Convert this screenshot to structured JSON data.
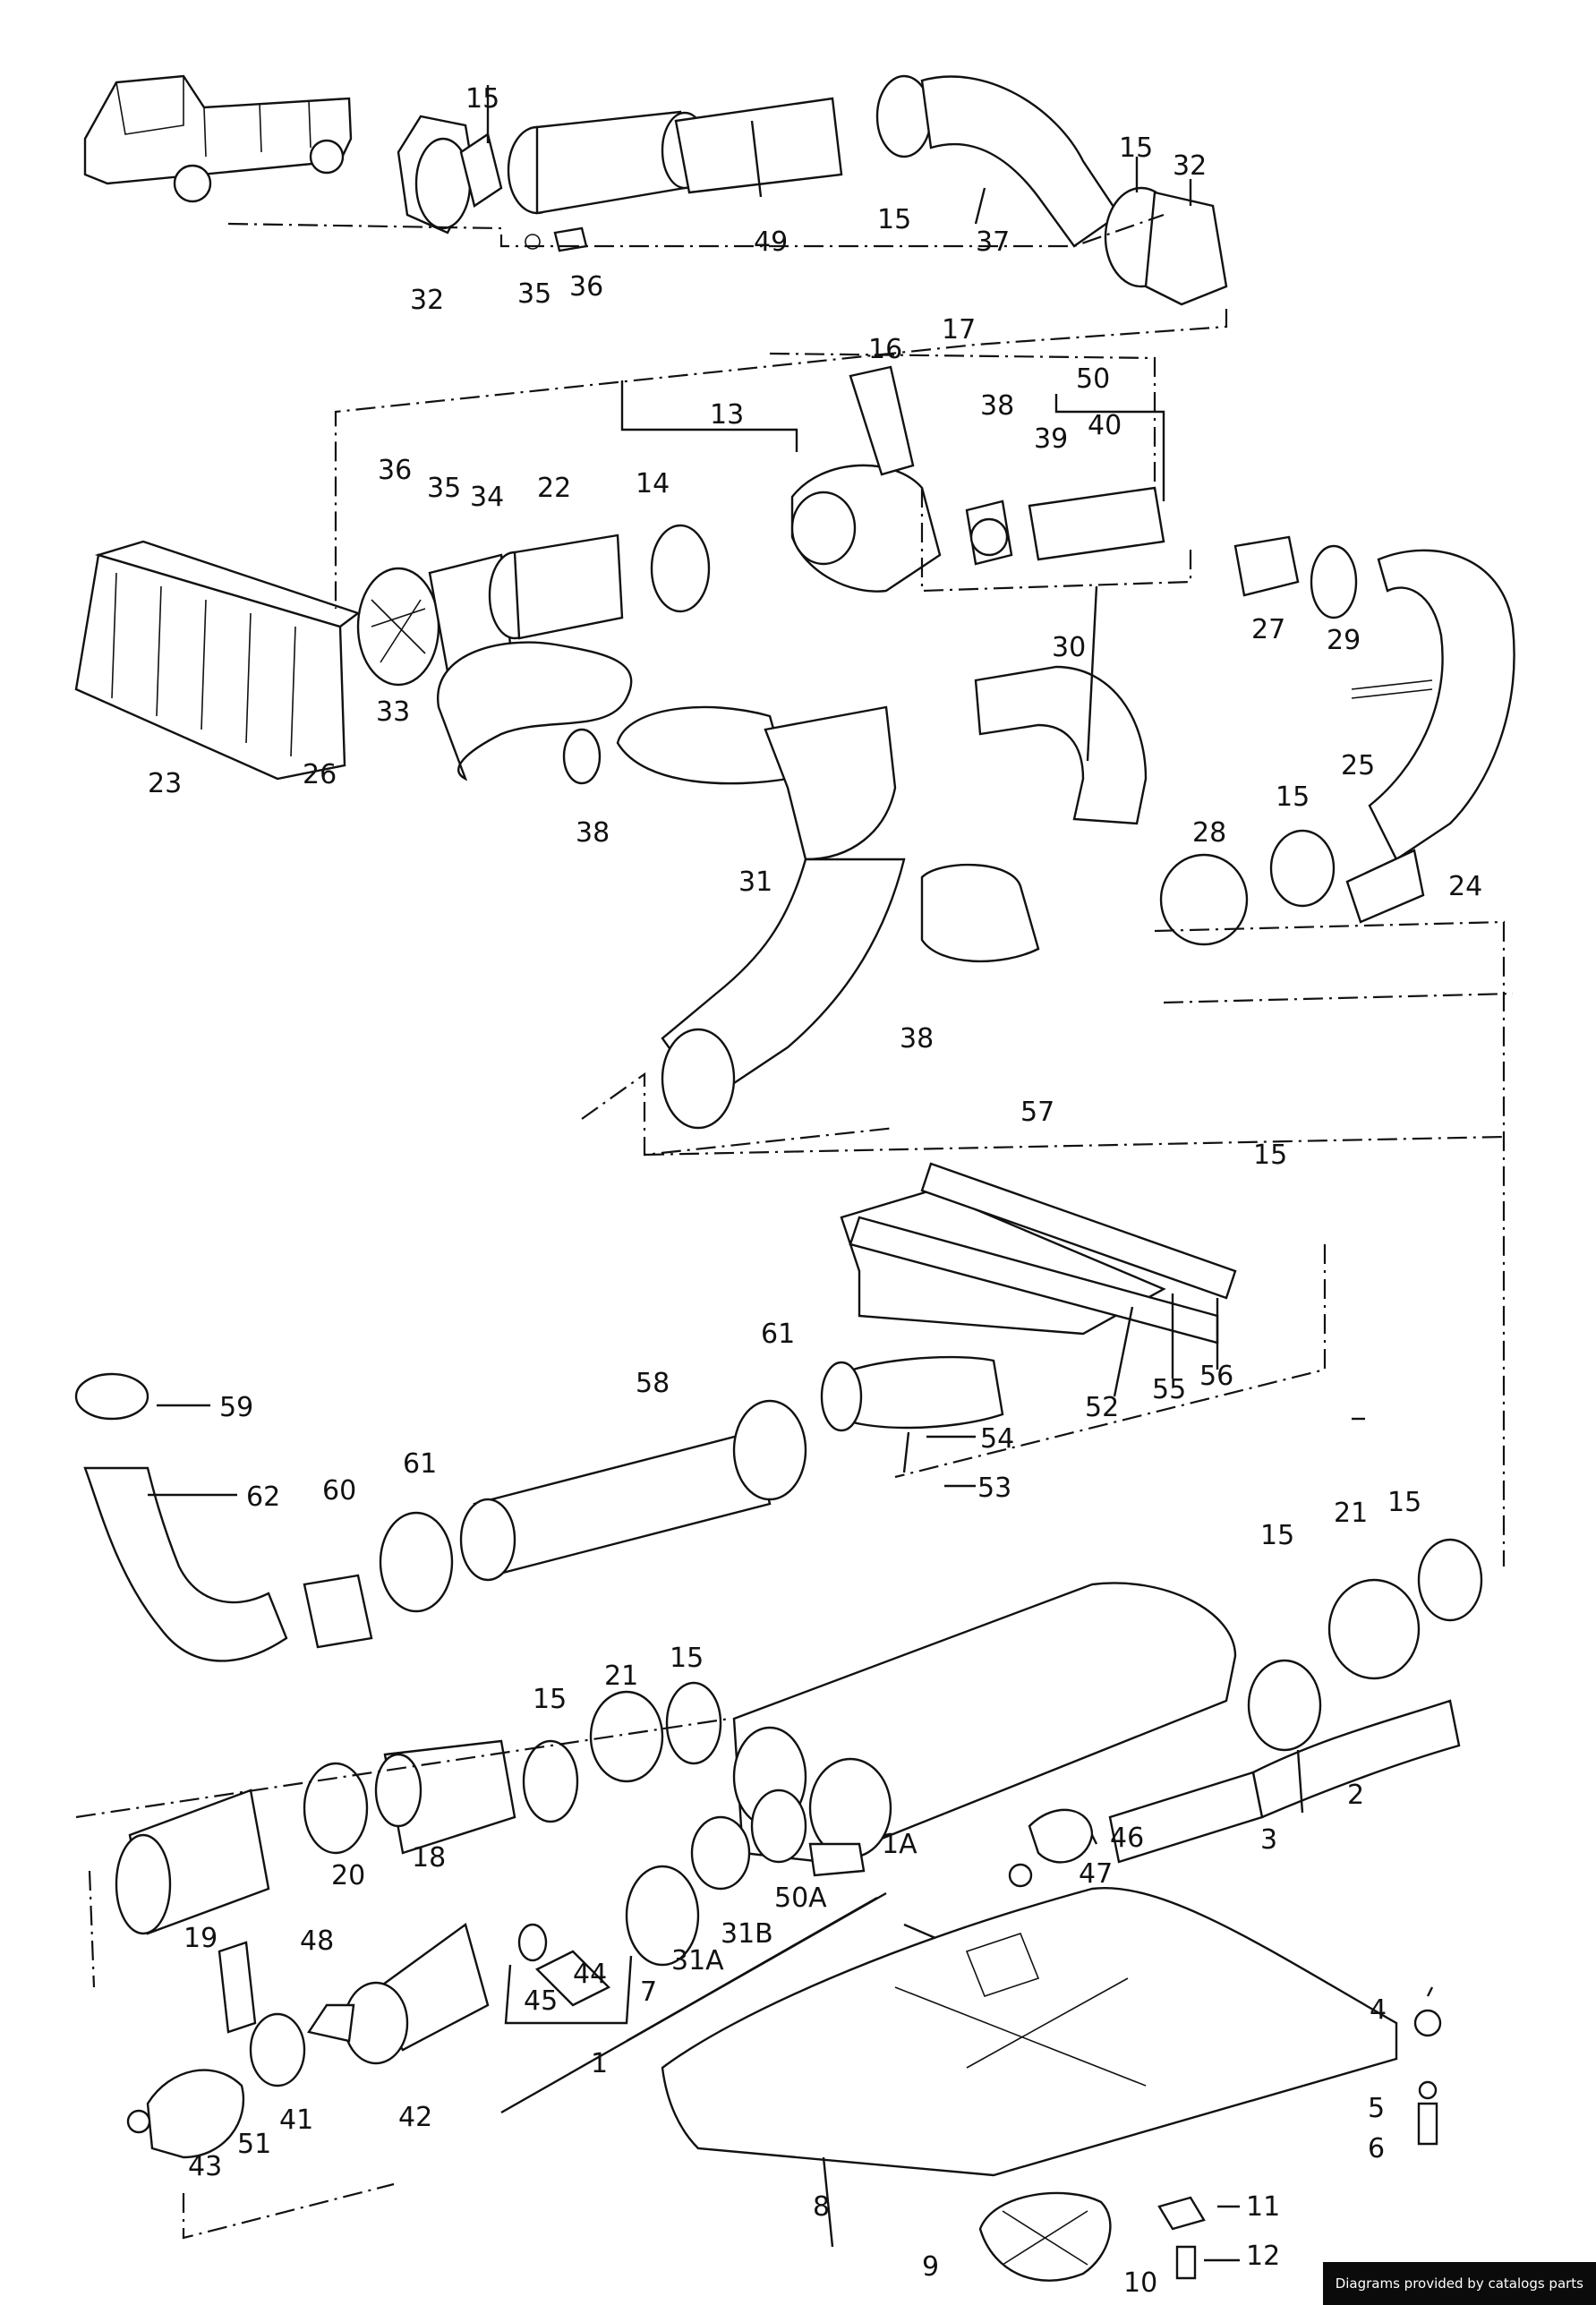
{
  "diagram": {
    "labels": [
      "15",
      "32",
      "35",
      "36",
      "49",
      "15",
      "37",
      "15",
      "32",
      "16",
      "17",
      "38",
      "50",
      "39",
      "40",
      "13",
      "14",
      "22",
      "34",
      "35",
      "36",
      "33",
      "23",
      "26",
      "27",
      "29",
      "30",
      "25",
      "38",
      "31",
      "28",
      "15",
      "24",
      "38",
      "57",
      "15",
      "61",
      "58",
      "59",
      "62",
      "60",
      "61",
      "52",
      "55",
      "56",
      "54",
      "53",
      "15",
      "21",
      "15",
      "15",
      "21",
      "15",
      "19",
      "20",
      "18",
      "2",
      "3",
      "46",
      "47",
      "1A",
      "50A",
      "31B",
      "31A",
      "7",
      "44",
      "45",
      "48",
      "42",
      "1",
      "51",
      "41",
      "43",
      "4",
      "5",
      "6",
      "8",
      "11",
      "12",
      "9",
      "10"
    ]
  },
  "footer": {
    "credit": "Diagrams provided by catalogs parts"
  }
}
